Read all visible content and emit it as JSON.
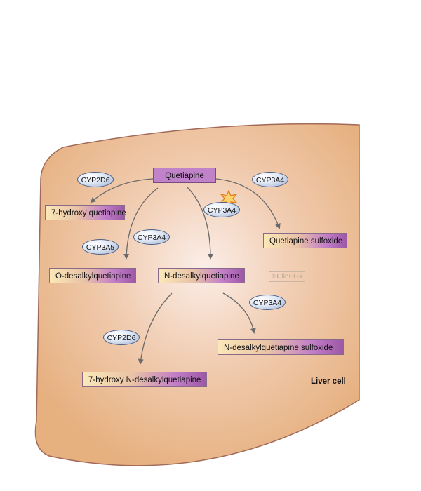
{
  "cell": {
    "label": "Liver cell"
  },
  "watermark": "©ClinPGx",
  "compounds": {
    "quetiapine": "Quetiapine",
    "hydroxy_7": "7-hydroxy quetiapine",
    "sulfoxide": "Quetiapine sulfoxide",
    "o_desalkyl": "O-desalkylquetiapine",
    "n_desalkyl": "N-desalkylquetiapine",
    "n_desalkyl_sulfoxide": "N-desalkylquetiapine sulfoxide",
    "hydroxy_7_n_desalkyl": "7-hydroxy N-desalkylquetiapine"
  },
  "enzymes": {
    "cyp2d6_top": "CYP2D6",
    "cyp3a4_right": "CYP3A4",
    "cyp3a4_star": "CYP3A4",
    "cyp3a4_mid": "CYP3A4",
    "cyp3a5": "CYP3A5",
    "cyp3a4_lower": "CYP3A4",
    "cyp2d6_bottom": "CYP2D6"
  },
  "colors": {
    "cell_fill": "#e8b283",
    "cell_center": "#f8e6dc",
    "arrow": "#6a6a6a",
    "star": "#f0a030"
  }
}
